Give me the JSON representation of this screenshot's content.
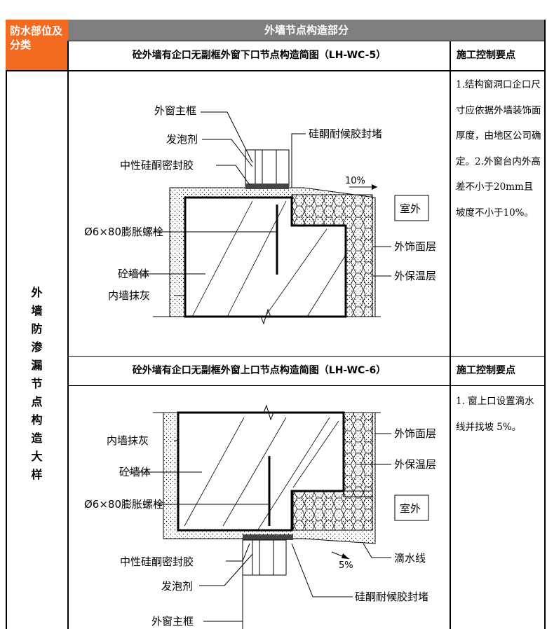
{
  "header": {
    "category": "防水部位及分类",
    "section": "外墙节点构造部分"
  },
  "side_label": [
    "外",
    "墙",
    "防",
    "渗",
    "漏",
    "节",
    "点",
    "构",
    "造",
    "大",
    "样"
  ],
  "sections": [
    {
      "title": "砼外墙有企口无副框外窗下口节点构造简图（LH-WC-5）",
      "control_header": "施工控制要点",
      "notes": "1.结构窗洞口企口尺寸应依据外墙装饰面厚度，由地区公司确定。2.外窗台内外高差不小于20mm且坡度不小于10%。",
      "labels": {
        "frame": "外窗主框",
        "foam": "发泡剂",
        "neutral_seal": "中性硅酮密封胶",
        "weather_seal": "硅酮耐候胶封堵",
        "slope": "10%",
        "outdoor": "室外",
        "bolt": "Ø6×80膨胀螺栓",
        "facing": "外饰面层",
        "wall": "砼墙体",
        "insulation": "外保温层",
        "plaster": "内墙抹灰"
      }
    },
    {
      "title": "砼外墙有企口无副框外窗上口节点构造简图（LH-WC-6）",
      "control_header": "施工控制要点",
      "notes": "1. 窗上口设置滴水线并找坡 5%。",
      "labels": {
        "plaster": "内墙抹灰",
        "facing": "外饰面层",
        "wall": "砼墙体",
        "insulation": "外保温层",
        "bolt": "Ø6×80膨胀螺栓",
        "outdoor": "室外",
        "neutral_seal": "中性硅酮密封胶",
        "drip": "滴水线",
        "slope": "5%",
        "foam": "发泡剂",
        "weather_seal": "硅酮耐候胶封堵",
        "frame": "外窗主框"
      }
    }
  ]
}
